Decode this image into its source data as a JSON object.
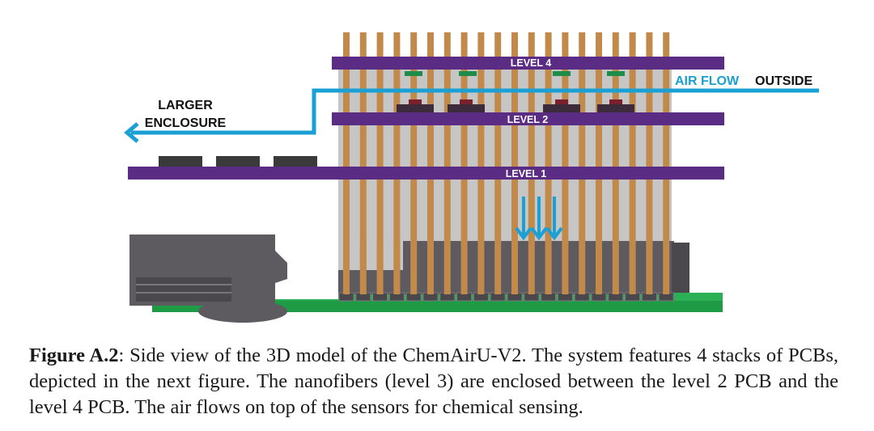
{
  "diagram": {
    "labels": {
      "level4": "LEVEL 4",
      "level2": "LEVEL 2",
      "level1": "LEVEL 1",
      "air_flow": "AIR FLOW",
      "outside": "OUTSIDE",
      "larger_line1": "LARGER",
      "larger_line2": "ENCLOSURE"
    },
    "colors": {
      "pcb_board": "#5b2c83",
      "header_pin": "#c28a4a",
      "header_gap": "#c7c6c6",
      "air_flow_arrow": "#1aa0d5",
      "enclosure_gray": "#5d5b60",
      "enclosure_dark": "#4a484d",
      "base_board": "#1f9a45",
      "sensor_red": "#7a1f2c",
      "sensor_green": "#1e8d4a",
      "chip_black": "#3a3a3a"
    }
  },
  "caption": {
    "prefix": "Figure A.2",
    "text": ": Side view of the 3D model of the ChemAirU-V2. The system features 4 stacks of PCBs, depicted in the next figure. The nanofibers (level 3) are enclosed between the level 2 PCB and the level 4 PCB. The air flows on top of the sensors for chemical sensing."
  }
}
